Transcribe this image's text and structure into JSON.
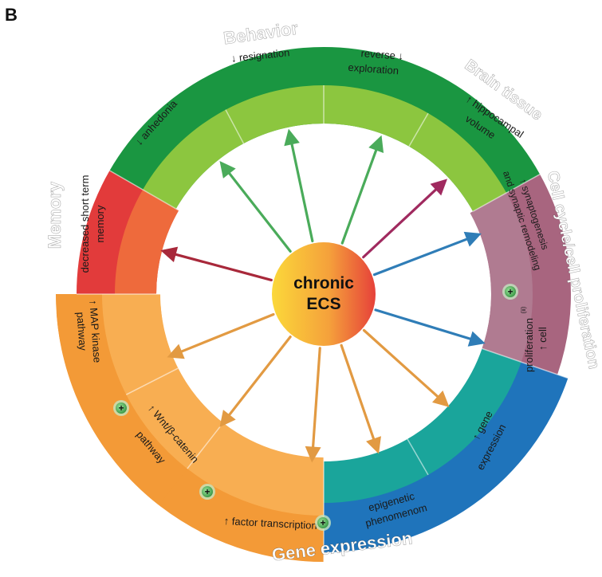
{
  "panel_label": "B",
  "center": {
    "line1": "chronic",
    "line2": "ECS"
  },
  "categories": {
    "behavior": "Behavior",
    "brain_tissue": "Brain tissue",
    "cell_cycle": "Cell cycle/cell proliferation",
    "gene_expression": "Gene expression",
    "memory": "Memory"
  },
  "effects": {
    "anhedonia": "↓ anhedonia",
    "resignation": "↓ resignation",
    "reverse_exploration": {
      "line1": "reverse ↓",
      "line2": "exploration"
    },
    "hippocampal_volume": {
      "line1": "↑ hippocampal",
      "line2": "volume"
    },
    "synaptogenesis": {
      "line1": "↑ synaptogenesis",
      "line2": "and synaptic remodeling"
    },
    "cell_proliferation": {
      "line1": "↑ cell",
      "line2": "proliferation"
    },
    "cell_proliferation_sup": "(ii)",
    "gene_expression": {
      "line1": "↑ gene",
      "line2": "expression"
    },
    "epigenetic": {
      "line1": "epigenetic",
      "line2": "phenomenom"
    },
    "factor_transcription": "↑ factor transcription",
    "wnt_pathway": {
      "line1": "↑ Wnt/β-catenin",
      "line2": "pathway"
    },
    "mapk_pathway": {
      "line1": "↑ MAP kinase",
      "line2": "pathway"
    },
    "short_term_memory": {
      "line1": "decreased short term",
      "line2": "memory"
    }
  },
  "connector_symbol": "+",
  "colors": {
    "behavior_outer": "#1a9641",
    "behavior_inner": "#8cc63f",
    "brain_outer": "#a8657f",
    "brain_inner": "#b07b91",
    "cell_outer": "#1f74bb",
    "cell_inner": "#1aa59b",
    "gene_outer": "#f39a37",
    "gene_inner": "#f8ae52",
    "memory_outer": "#e23b3b",
    "memory_inner": "#ee6a3c",
    "arrow_green": "#4aab5a",
    "arrow_purple": "#a02a5f",
    "arrow_red": "#a8283a",
    "arrow_blue": "#2f7db7",
    "arrow_orange": "#e29a42"
  }
}
